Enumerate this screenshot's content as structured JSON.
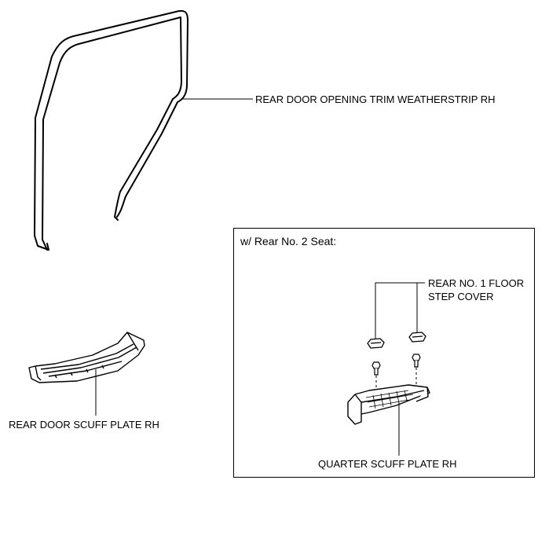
{
  "labels": {
    "weatherstrip": "REAR DOOR OPENING TRIM WEATHERSTRIP RH",
    "door_scuff": "REAR DOOR SCUFF PLATE RH",
    "floor_cover_line1": "REAR NO. 1 FLOOR",
    "floor_cover_line2": "STEP COVER",
    "quarter_scuff": "QUARTER SCUFF PLATE RH"
  },
  "inset": {
    "title": "w/ Rear No. 2 Seat:"
  }
}
